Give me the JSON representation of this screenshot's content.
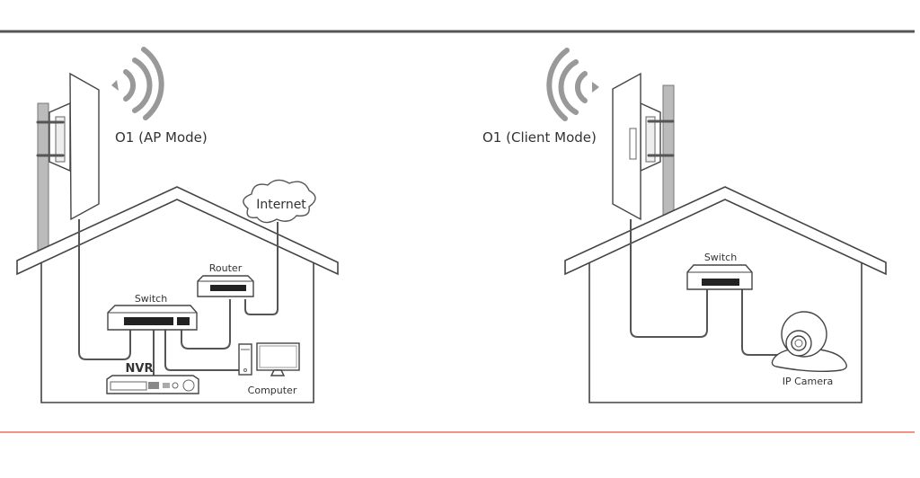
{
  "ap_scene": {
    "mode_label": "O1 (AP Mode)",
    "internet_label": "Internet",
    "router_label": "Router",
    "switch_label": "Switch",
    "nvr_label": "NVR",
    "computer_label": "Computer"
  },
  "client_scene": {
    "mode_label": "O1 (Client Mode)",
    "switch_label": "Switch",
    "camera_label": "IP Camera"
  },
  "colors": {
    "top_rule": "#555555",
    "bottom_rule": "#e8503a",
    "signal": "#999999"
  }
}
